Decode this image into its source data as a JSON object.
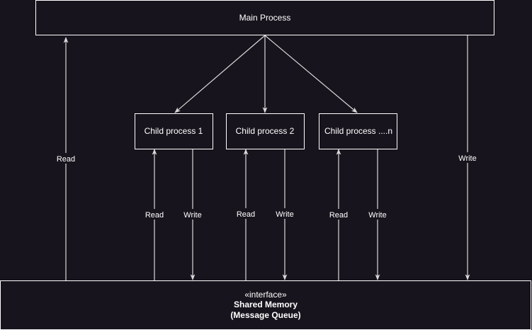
{
  "nodes": {
    "main": {
      "label": "Main Process"
    },
    "child1": {
      "label": "Child process 1"
    },
    "child2": {
      "label": "Child process 2"
    },
    "childn": {
      "label": "Child process ....n"
    },
    "shared": {
      "stereotype": "«interface»",
      "title": "Shared Memory",
      "subtitle": "(Message Queue)"
    }
  },
  "edges": {
    "main_read": "Read",
    "main_write": "Write",
    "child1_read": "Read",
    "child1_write": "Write",
    "child2_read": "Read",
    "child2_write": "Write",
    "childn_read": "Read",
    "childn_write": "Write"
  },
  "colors": {
    "background": "#18141d",
    "stroke": "#ffffff",
    "edge": "#d9d9d9",
    "text": "#ffffff"
  }
}
